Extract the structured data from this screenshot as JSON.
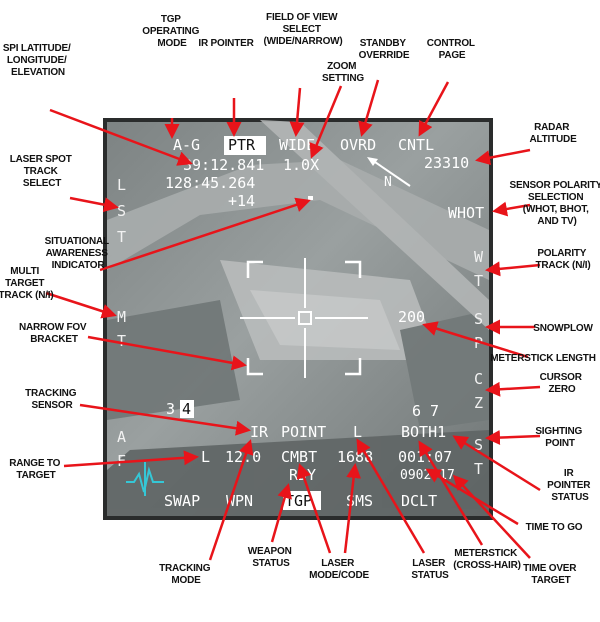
{
  "colors": {
    "arrow": "#e8141a",
    "screen_bg": "#8f9494",
    "mfd_text": "#ffffff",
    "cue_cyan": "#35c7d6"
  },
  "top_labels": {
    "mode": "A-G",
    "pointer": "PTR",
    "fov": "WIDE",
    "override": "OVRD",
    "control": "CNTL"
  },
  "spi": {
    "latitude": "39:12.841",
    "longitude": "128:45.264",
    "elevation": "+14"
  },
  "zoom": "1.0X",
  "radar_altitude": "23310",
  "north_marker": "N",
  "polarity_selection": "WHOT",
  "left_osb": {
    "laser_spot": [
      "L",
      "S",
      "T"
    ],
    "multi_target": [
      "M",
      "T"
    ],
    "tracking_sensor_marks": [
      "A",
      "F"
    ]
  },
  "right_osb": {
    "polarity_track": [
      "W",
      "T"
    ],
    "snowplow": [
      "S",
      "P"
    ],
    "cursor_zero": [
      "C",
      "Z"
    ],
    "sighting_point": [
      "S",
      "T"
    ]
  },
  "meterstick_length": "200",
  "target_counts": {
    "left": "3",
    "left_selected": "4",
    "right": "6 7"
  },
  "tracking_line": {
    "sensor": "IR",
    "mode": "POINT",
    "laser_status": "L",
    "sighting": "BOTH1"
  },
  "range_line": {
    "range_label": "L",
    "range": "12.0",
    "laser_mode": "CMBT",
    "laser_code": "1688",
    "time_to_go": "001:07",
    "time_over_target": "0902:17"
  },
  "weapon_status": "RDY",
  "bottom_labels": [
    "SWAP",
    "WPN",
    "TGP",
    "SMS",
    "DCLT"
  ],
  "bottom_selected": "TGP",
  "callouts": {
    "tgp_mode": [
      "TGP",
      "OPERATING",
      "MODE"
    ],
    "ir_pointer": [
      "IR POINTER"
    ],
    "fov_select": [
      "FIELD OF VIEW",
      "SELECT",
      "(WIDE/NARROW)"
    ],
    "zoom_setting": [
      "ZOOM",
      "SETTING"
    ],
    "standby_override": [
      "STANDBY",
      "OVERRIDE"
    ],
    "control_page": [
      "CONTROL",
      "PAGE"
    ],
    "spi": [
      "SPI LATITUDE/",
      "LONGITUDE/",
      "ELEVATION"
    ],
    "radar_altitude": [
      "RADAR",
      "ALTITUDE"
    ],
    "laser_spot": [
      "LASER SPOT",
      "TRACK",
      "SELECT"
    ],
    "sensor_polarity": [
      "SENSOR POLARITY",
      "SELECTION",
      "(WHOT, BHOT,",
      "AND TV)"
    ],
    "situational": [
      "SITUATIONAL",
      "AWARENESS",
      "INDICATOR"
    ],
    "polarity_track": [
      "POLARITY",
      "TRACK (N/I)"
    ],
    "multi_target": [
      "MULTI",
      "TARGET",
      "TRACK (N/I)"
    ],
    "snowplow": [
      "SNOWPLOW"
    ],
    "narrow_fov": [
      "NARROW FOV",
      "BRACKET"
    ],
    "meterstick_length": [
      "METERSTICK LENGTH"
    ],
    "cursor_zero": [
      "CURSOR",
      "ZERO"
    ],
    "tracking_sensor": [
      "TRACKING",
      "SENSOR"
    ],
    "sighting_point": [
      "SIGHTING",
      "POINT"
    ],
    "range_to_target": [
      "RANGE TO",
      "TARGET"
    ],
    "ir_pointer_status": [
      "IR",
      "POINTER",
      "STATUS"
    ],
    "time_to_go": [
      "TIME TO GO"
    ],
    "tracking_mode": [
      "TRACKING",
      "MODE"
    ],
    "weapon_status": [
      "WEAPON",
      "STATUS"
    ],
    "laser_mode_code": [
      "LASER",
      "MODE/CODE"
    ],
    "laser_status": [
      "LASER",
      "STATUS"
    ],
    "meterstick": [
      "METERSTICK",
      "(CROSS-HAIR)"
    ],
    "time_over_target": [
      "TIME OVER",
      "TARGET"
    ]
  }
}
